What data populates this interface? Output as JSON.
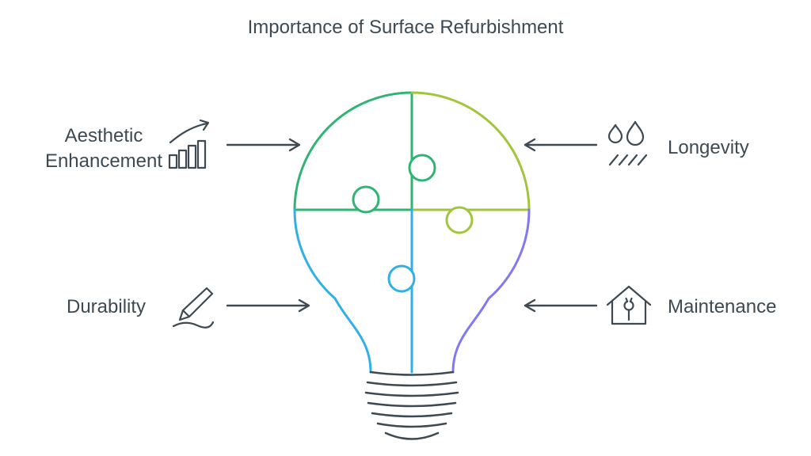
{
  "title": "Importance of Surface Refurbishment",
  "items": [
    {
      "label": "Aesthetic Enhancement",
      "icon": "growth-chart-icon",
      "position": "top-left"
    },
    {
      "label": "Longevity",
      "icon": "water-drops-icon",
      "position": "top-right"
    },
    {
      "label": "Durability",
      "icon": "pen-icon",
      "position": "bottom-left"
    },
    {
      "label": "Maintenance",
      "icon": "house-wrench-icon",
      "position": "bottom-right"
    }
  ],
  "center_graphic": "lightbulb made of four puzzle pieces",
  "colors": {
    "text": "#3d4a53",
    "line": "#3d4a53",
    "segment_top_left": "#2fb573",
    "segment_top_right": "#a2c63b",
    "segment_bottom_left": "#31b0e7",
    "segment_bottom_right": "#8279f2"
  }
}
